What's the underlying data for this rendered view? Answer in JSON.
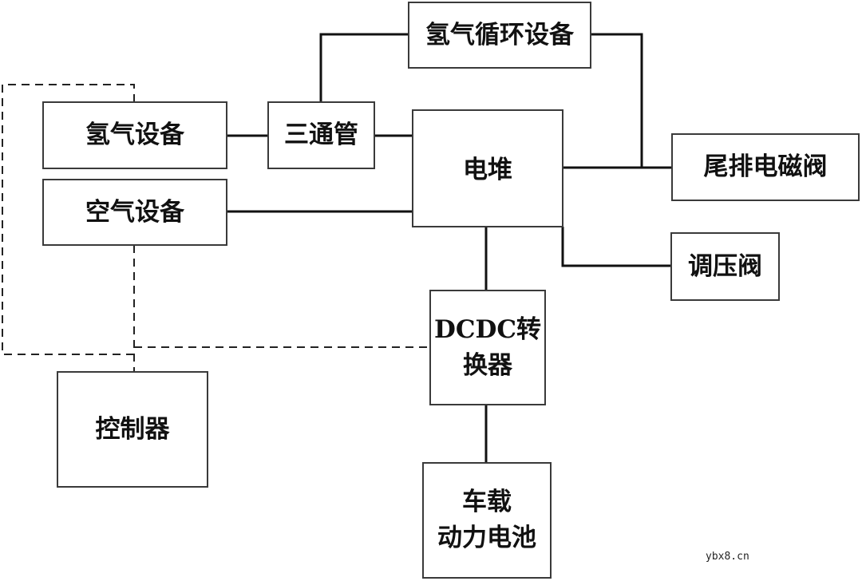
{
  "diagram": {
    "nodes": {
      "hydrogen_circulation": "氢气循环设备",
      "hydrogen_equipment": "氢气设备",
      "three_way_pipe": "三通管",
      "stack": "电堆",
      "tail_solenoid_valve": "尾排电磁阀",
      "air_equipment": "空气设备",
      "pressure_regulating_valve": "调压阀",
      "dcdc_converter": "DCDC转\n换器",
      "controller": "控制器",
      "vehicle_battery": "车载\n动力电池"
    },
    "watermark": "ybx8.cn",
    "colors": {
      "line": "#111111",
      "box_border": "#3a3a3a",
      "dashed": "#222222"
    }
  }
}
